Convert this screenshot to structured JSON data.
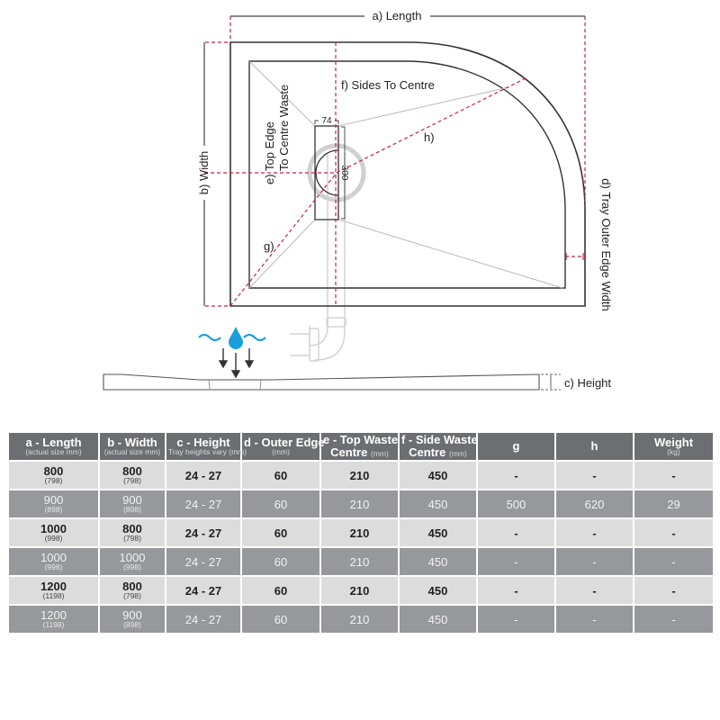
{
  "diagram": {
    "labels": {
      "length": "a) Length",
      "width": "b) Width",
      "height": "c) Height",
      "outer_edge": "d) Tray Outer Edge Width",
      "top_edge_line1": "e) Top Edge",
      "top_edge_line2": "To Centre Waste",
      "sides_to_centre": "f) Sides To Centre",
      "g": "g)",
      "h": "h)",
      "waste_width": "74",
      "waste_length": "300"
    },
    "colors": {
      "outline": "#333333",
      "dimension_dashed": "#d0213f",
      "guide_grey": "#b3b3b3",
      "water": "#1a9ddb"
    }
  },
  "table": {
    "headers": [
      {
        "main": "a - Length",
        "sub": "(actual size mm)"
      },
      {
        "main": "b - Width",
        "sub": "(actual size mm)"
      },
      {
        "main": "c - Height",
        "sub": "Tray heights vary (mm)"
      },
      {
        "main": "d - Outer Edge",
        "sub": "(mm)"
      },
      {
        "main": "e - Top Waste",
        "main2": "Centre",
        "inline": "(mm)"
      },
      {
        "main": "f - Side Waste",
        "main2": "Centre",
        "inline": "(mm)"
      },
      {
        "main": "g"
      },
      {
        "main": "h"
      },
      {
        "main": "Weight",
        "sub": "(kg)"
      }
    ],
    "rows": [
      {
        "length": "800",
        "length_actual": "(798)",
        "width": "800",
        "width_actual": "(798)",
        "height": "24 - 27",
        "outer_edge": "60",
        "top_waste": "210",
        "side_waste": "450",
        "g": "-",
        "h": "-",
        "weight": "-"
      },
      {
        "length": "900",
        "length_actual": "(898)",
        "width": "900",
        "width_actual": "(898)",
        "height": "24 - 27",
        "outer_edge": "60",
        "top_waste": "210",
        "side_waste": "450",
        "g": "500",
        "h": "620",
        "weight": "29"
      },
      {
        "length": "1000",
        "length_actual": "(998)",
        "width": "800",
        "width_actual": "(798)",
        "height": "24 - 27",
        "outer_edge": "60",
        "top_waste": "210",
        "side_waste": "450",
        "g": "-",
        "h": "-",
        "weight": "-"
      },
      {
        "length": "1000",
        "length_actual": "(998)",
        "width": "1000",
        "width_actual": "(998)",
        "height": "24 - 27",
        "outer_edge": "60",
        "top_waste": "210",
        "side_waste": "450",
        "g": "-",
        "h": "-",
        "weight": "-"
      },
      {
        "length": "1200",
        "length_actual": "(1198)",
        "width": "800",
        "width_actual": "(798)",
        "height": "24 - 27",
        "outer_edge": "60",
        "top_waste": "210",
        "side_waste": "450",
        "g": "-",
        "h": "-",
        "weight": "-"
      },
      {
        "length": "1200",
        "length_actual": "(1198)",
        "width": "900",
        "width_actual": "(898)",
        "height": "24 - 27",
        "outer_edge": "60",
        "top_waste": "210",
        "side_waste": "450",
        "g": "-",
        "h": "-",
        "weight": "-"
      }
    ],
    "colors": {
      "header_bg": "#6d6e71",
      "row_light_bg": "#dcdcdd",
      "row_dark_bg": "#97989b"
    }
  }
}
